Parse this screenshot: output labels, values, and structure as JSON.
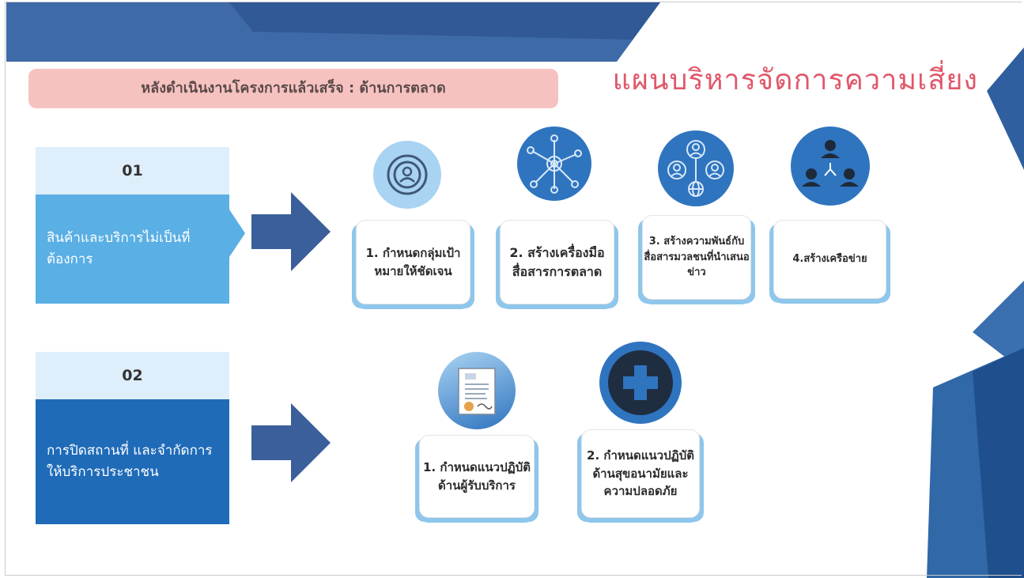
{
  "title": "แผนบริหารจัดการความเสี่ยง",
  "subtitle": "หลังดำเนินงานโครงการแล้วเสร็จ : ด้านการตลาด",
  "risks": [
    {
      "number": "01",
      "label": "สินค้าและบริการไม่เป็นที่ต้องการ",
      "measures": [
        {
          "text": "1. กำหนดกลุ่มเป้าหมายให้ชัดเจน",
          "icon": "target-person-icon"
        },
        {
          "text": "2. สร้างเครื่องมือสื่อสารการตลาด",
          "icon": "network-hub-icon"
        },
        {
          "text": "3. สร้างความพันธ์กับสื่อสารมวลชนที่นำเสนอข่าว",
          "icon": "media-people-globe-icon"
        },
        {
          "text": "4.สร้างเครือข่าย",
          "icon": "people-network-icon"
        }
      ]
    },
    {
      "number": "02",
      "label": "การปิดสถานที่ และจำกัดการให้บริการประชาชน",
      "measures": [
        {
          "text": "1. กำหนดแนวปฏิบัติด้านผู้รับบริการ",
          "icon": "certificate-document-icon"
        },
        {
          "text": "2. กำหนดแนวปฏิบัติด้านสุขอนามัยและความปลอดภัย",
          "icon": "medical-cross-icon"
        }
      ]
    }
  ],
  "colors": {
    "title": "#e0586a",
    "subtitle_bg": "#f6c2c0",
    "number_bg": "#deeefa",
    "risk1_label_bg": "#5aafe4",
    "risk2_label_bg": "#1f6bb8",
    "arrow": "#3b5f9a",
    "card_shadow": "#8ec6ec"
  }
}
